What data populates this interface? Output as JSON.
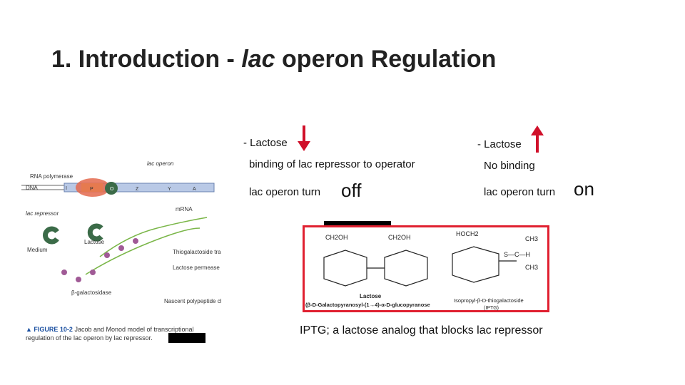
{
  "slide": {
    "title_num": "1. Introduction -",
    "title_italic": "lac",
    "title_rest": "operon  Regulation"
  },
  "left_block": {
    "lactose": "- Lactose",
    "binding": "binding of lac repressor to operator",
    "turn": "lac operon turn",
    "state": "off"
  },
  "right_block": {
    "lactose": "- Lactose",
    "binding": "No binding",
    "turn": "lac operon turn",
    "state": "on"
  },
  "iptg_caption": "IPTG; a lactose analog that blocks lac repressor",
  "figure": {
    "lac_operon": "lac operon",
    "rna_pol": "RNA polymerase",
    "dna": "DNA",
    "gene_i": "I",
    "gene_p": "P",
    "gene_o": "O",
    "gene_z": "Z",
    "gene_y": "Y",
    "gene_a": "A",
    "lac_repressor": "lac repressor",
    "mrna": "mRNA",
    "lactose": "Lactose",
    "medium": "Medium",
    "thio": "Thiogalactoside transacetylase",
    "permease": "Lactose permease",
    "bgal": "β-galactosidase",
    "nascent": "Nascent polypeptide chains",
    "caption_label": "▲ FIGURE 10-2",
    "caption_text": "Jacob and Monod model of transcriptional regulation of the lac operon by lac repressor."
  },
  "chem": {
    "ch2oh_1": "CH2OH",
    "ch2oh_2": "CH2OH",
    "hoch2": "HOCH2",
    "lactose_label": "Lactose",
    "lactose_name": "(β-D-Galactopyranosyl-(1→4)-α-D-glucopyranose",
    "iptg_name": "Isopropyl-β-D-thiogalactoside",
    "iptg_abbr": "(IPTG)",
    "ch3_top": "CH3",
    "ch3_bot": "CH3",
    "s_group": "S—C—H"
  },
  "colors": {
    "arrow_red": "#d0102a",
    "frame_red": "#e02030",
    "caption_blue": "#1a4fa0"
  }
}
